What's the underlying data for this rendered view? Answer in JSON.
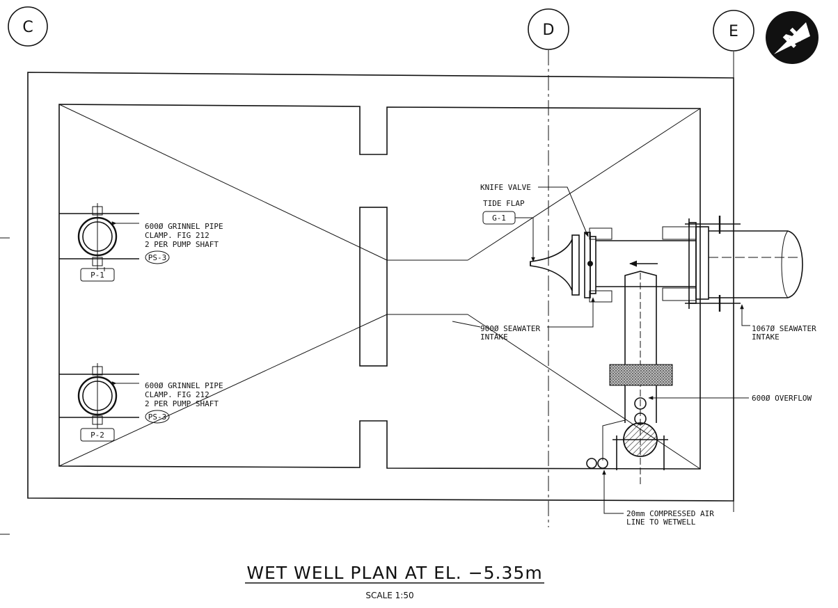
{
  "grid_lines": {
    "c": "C",
    "d": "D",
    "e": "E"
  },
  "north_arrow": {
    "letter": "N",
    "icon": "north-arrow-icon"
  },
  "labels": {
    "knife_valve": "KNIFE VALVE",
    "tide_flap": "TIDE FLAP",
    "tide_flap_tag": "G-1",
    "clamp1_line1": "600Ø GRINNEL PIPE",
    "clamp1_line2": "CLAMP. FIG 212",
    "clamp1_line3": "2 PER PUMP SHAFT",
    "clamp1_tag": "PS-3",
    "pump1_tag": "P-1",
    "clamp2_line1": "600Ø GRINNEL PIPE",
    "clamp2_line2": "CLAMP. FIG 212",
    "clamp2_line3": "2 PER PUMP SHAFT",
    "clamp2_tag": "PS-3",
    "pump2_tag": "P-2",
    "intake900_line1": "900Ø SEAWATER",
    "intake900_line2": "INTAKE",
    "intake1067_line1": "1067Ø SEAWATER",
    "intake1067_line2": "INTAKE",
    "overflow": "600Ø OVERFLOW",
    "air_line1": "20mm COMPRESSED AIR",
    "air_line2": "LINE TO WETWELL"
  },
  "title": "WET WELL PLAN AT EL. −5.35m",
  "scale": "SCALE 1:50"
}
